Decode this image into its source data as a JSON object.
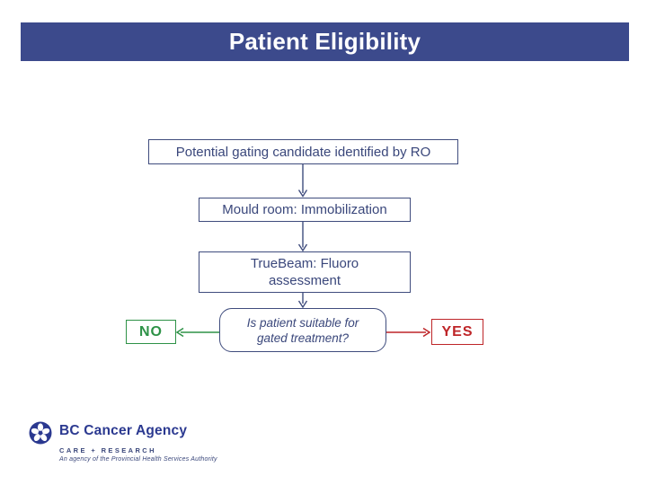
{
  "slide": {
    "title": "Patient Eligibility"
  },
  "flowchart": {
    "steps": [
      {
        "id": "step-1",
        "label": "Potential gating candidate identified by RO"
      },
      {
        "id": "step-2",
        "label": "Mould room: Immobilization"
      },
      {
        "id": "step-3",
        "label": "TrueBeam: Fluoro assessment"
      }
    ],
    "decision": {
      "label": "Is patient suitable for gated treatment?"
    },
    "no_label": "NO",
    "yes_label": "YES"
  },
  "footer": {
    "org_name": "BC Cancer Agency",
    "org_subtitle": "CARE + RESEARCH",
    "org_tagline": "An agency of the Provincial Health Services Authority"
  },
  "icons": {
    "logo": "bc-cancer-flower-icon"
  },
  "colors": {
    "title_bar_bg": "#3C4A8C",
    "title_text": "#FFFFFF",
    "flow_navy": "#3A477B",
    "no_green": "#2E9247",
    "yes_red": "#BE2528",
    "logo_navy": "#2B3990",
    "background": "#FFFFFF"
  }
}
